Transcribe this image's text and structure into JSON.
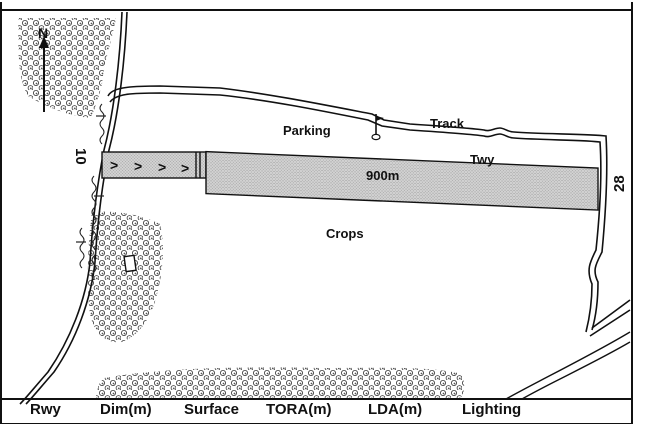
{
  "map": {
    "north_label": "N",
    "runway_length": "900m",
    "runway_end_west": "10",
    "runway_end_east": "28",
    "labels": {
      "parking": "Parking",
      "track": "Track",
      "taxiway": "Twy",
      "crops": "Crops"
    },
    "threshold_arrows": [
      ">",
      ">",
      ">",
      ">"
    ],
    "colors": {
      "ink": "#111111",
      "runway_fill": "#c8c8c8",
      "tree_fill": "#9a9a9a"
    }
  },
  "table": {
    "columns": [
      "Rwy",
      "Dim(m)",
      "Surface",
      "TORA(m)",
      "LDA(m)",
      "Lighting"
    ]
  }
}
